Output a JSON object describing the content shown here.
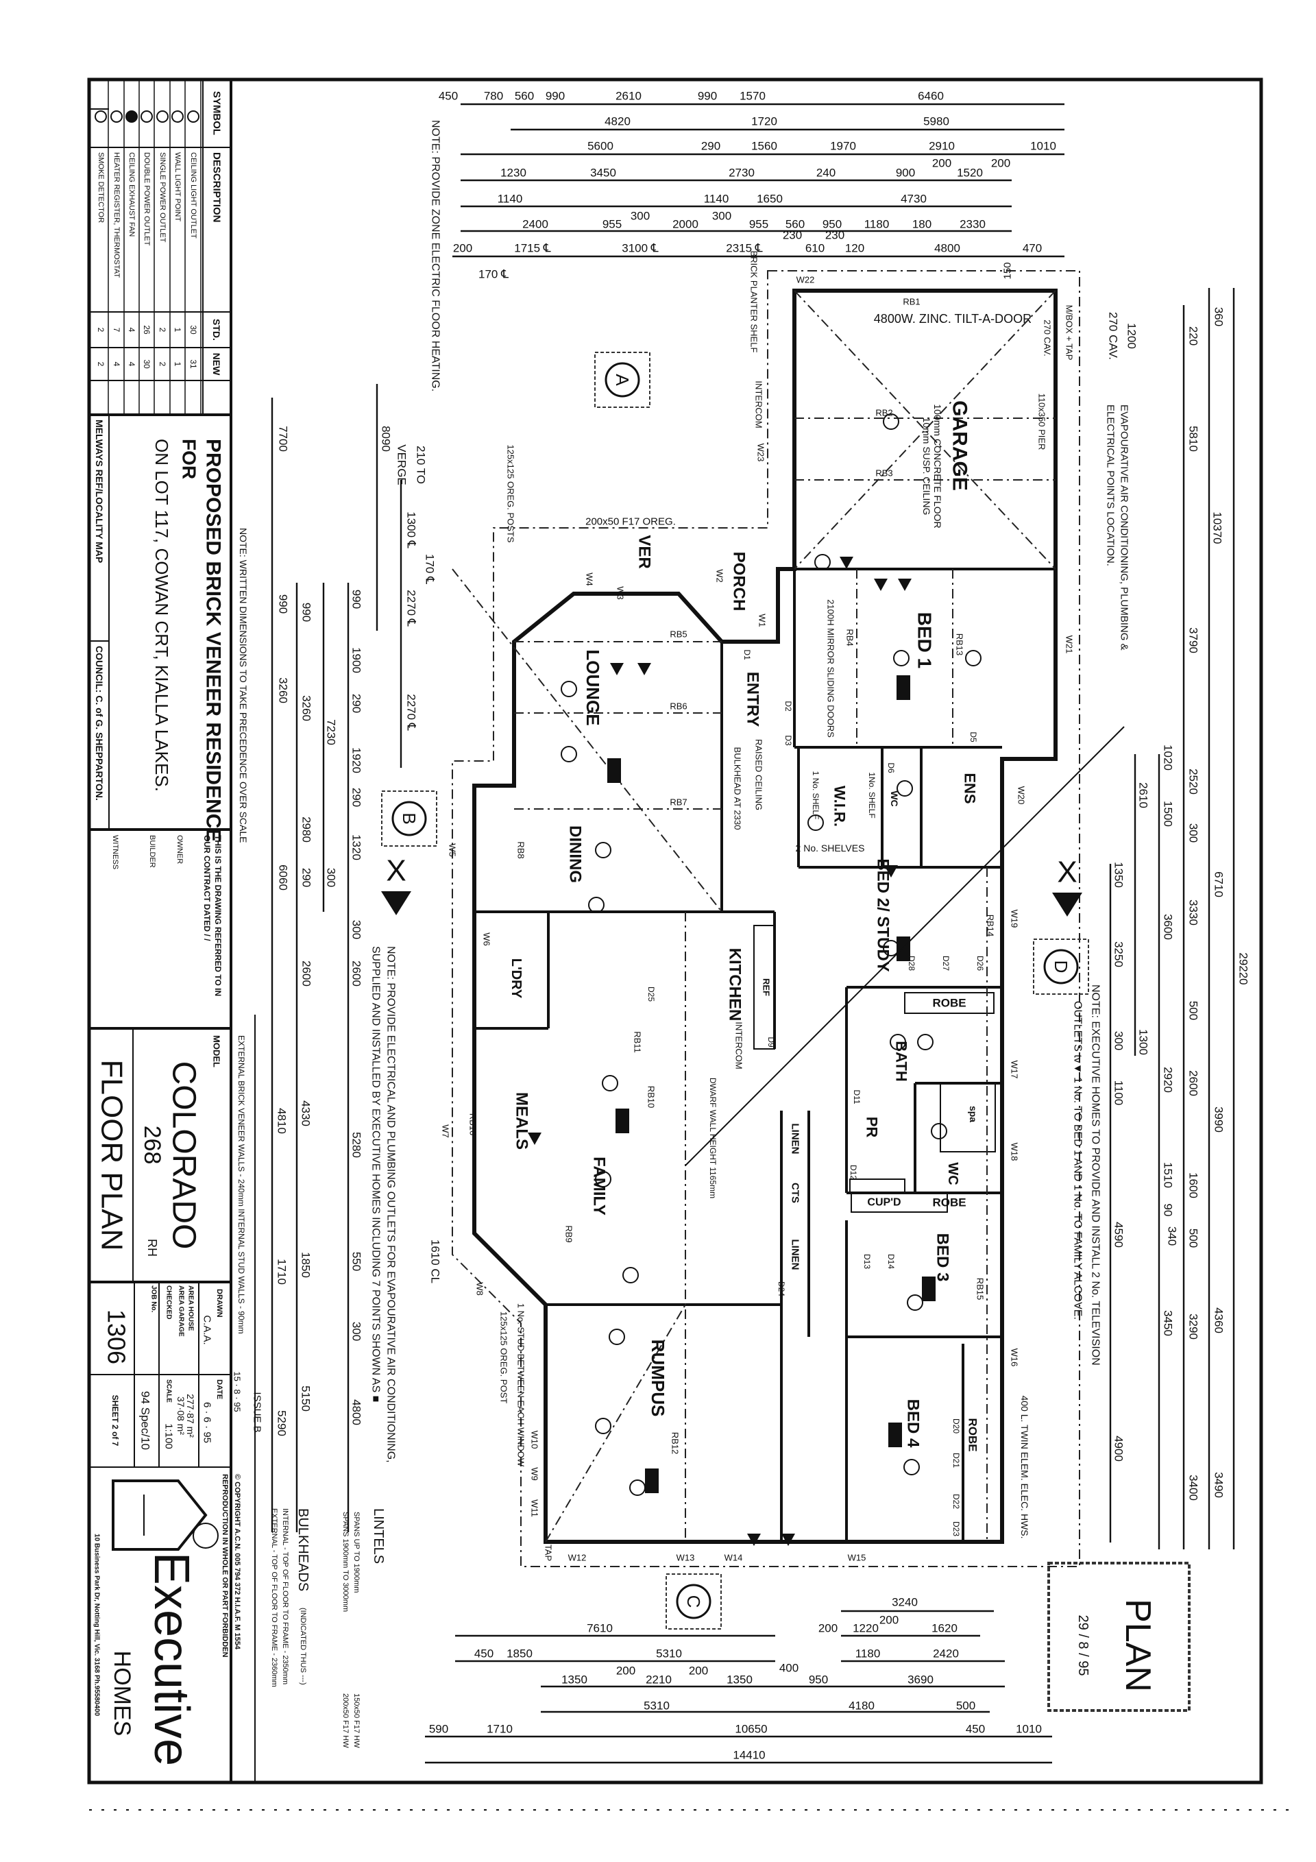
{
  "legend": {
    "headers": {
      "symbol": "SYMBOL",
      "description": "DESCRIPTION",
      "std": "STD.",
      "new": "NEW"
    },
    "rows": [
      {
        "icon": "ceiling-light-icon",
        "description": "CEILING LIGHT OUTLET",
        "std": "30",
        "new": "31"
      },
      {
        "icon": "wall-light-icon",
        "description": "WALL LIGHT POINT",
        "std": "1",
        "new": "1"
      },
      {
        "icon": "single-power-outlet-icon",
        "description": "SINGLE POWER OUTLET",
        "std": "2",
        "new": "2"
      },
      {
        "icon": "double-power-outlet-icon",
        "description": "DOUBLE POWER OUTLET",
        "std": "26",
        "new": "30"
      },
      {
        "icon": "exhaust-fan-icon",
        "description": "CEILING EXHAUST FAN",
        "std": "4",
        "new": "4"
      },
      {
        "icon": "heater-register-icon",
        "description": "HEATER REGISTER, THERMOSTAT",
        "std": "7",
        "new": "4"
      },
      {
        "icon": "smoke-detector-icon",
        "description": "SMOKE DETECTOR",
        "std": "2",
        "new": "2"
      }
    ]
  },
  "project": {
    "title": "PROPOSED BRICK VENEER RESIDENCE",
    "for": "FOR",
    "on": "ON  LOT 117, COWAN CRT, KIALLA LAKES.",
    "melways": "MELWAYS REF/LOCALITY MAP",
    "council": "COUNCIL: C. of  G. SHEPPARTON."
  },
  "contract": {
    "line1": "THIS IS THE DRAWING REFERRED TO IN",
    "line2": "OUR CONTRACT DATED    /    /",
    "owner": "OWNER",
    "builder": "BUILDER",
    "witness": "WITNESS"
  },
  "model": {
    "label": "MODEL",
    "name": "COLORADO",
    "number": "268",
    "hand": "RH",
    "drawing": "FLOOR PLAN"
  },
  "drawing_info": {
    "drawn_label": "DRAWN",
    "drawn": "C.A.A.",
    "date_label": "DATE",
    "date": "6 · 6 · 95",
    "area_house_label": "AREA HOUSE",
    "area_house": "277·87 m²",
    "area_garage_label": "AREA GARAGE",
    "area_garage": "37·08 m²",
    "checked_label": "CHECKED",
    "scale_label": "SCALE",
    "scale": "1:100",
    "spec": "94 Spec/10",
    "job_label": "JOB No.",
    "job": "1306",
    "sheet": "SHEET  2  of  7"
  },
  "company": {
    "name": "Executive",
    "sub": "HOMES",
    "address": "10 Business Park Dr, Notting Hill, Vic. 3168 Ph.95580400"
  },
  "notes": {
    "written_dims": "NOTE:  WRITTEN DIMENSIONS TO TAKE PRECEDENCE OVER SCALE",
    "walls": "EXTERNAL BRICK VENEER WALLS - 240mm    INTERNAL STUD WALLS - 90mm",
    "issue_date": "15 · 8 · 95",
    "issue": "ISSUE B",
    "copyright1": "© COPYRIGHT  A.C.N. 005 794 372  H.I.A.F. M 1554",
    "copyright2": "REPRODUCTION IN WHOLE OR PART FORBIDDEN",
    "floor_heating": "NOTE: PROVIDE ZONE ELECTRIC FLOOR HEATING.",
    "evap1": "NOTE: PROVIDE ELECTRICAL AND PLUMBING OUTLETS FOR EVAPOURATIVE AIR CONDITIONING,",
    "evap2": "SUPPLIED AND INSTALLED BY EXECUTIVE HOMES INCLUDING 7 POINTS SHOWN AS ■",
    "lintels": "LINTELS",
    "span1": "SPANS UP TO 1900mm",
    "span1_size": "150x50 F17 HW",
    "span2": "SPANS 1900mm TO 3000mm",
    "span2_size": "200x50 F17 HW",
    "bulkheads": "BULKHEADS",
    "bulkheads_sub": "(INDICATED THUS ---)",
    "internal": "INTERNAL - TOP OF FLOOR TO FRAME - 2350mm",
    "external": "EXTERNAL - TOP OF FLOOR TO FRAME - 2360mm",
    "tv1": "NOTE: EXECUTIVE HOMES TO PROVIDE AND INSTALL 2 No. TELEVISION",
    "tv2": "OUTLETS tv▼ 1 No. TO BED 1 AND 1 No. TO FAMILY ALCOVE.",
    "evap_loc1": "EVAPOURATIVE AIR CONDITIONING, PLUMBING &",
    "evap_loc2": "ELECTRICAL POINTS LOCATION."
  },
  "rooms": {
    "garage": "GARAGE",
    "bed1": "BED 1",
    "ens": "ENS",
    "wir": "W.I.R.",
    "porch": "PORCH",
    "entry": "ENTRY",
    "ver": "VER",
    "lounge": "LOUNGE",
    "dining": "DINING",
    "bed2": "BED 2/ STUDY",
    "kitchen": "KITCHEN",
    "ldry": "L'DRY",
    "meals": "MEALS",
    "family": "FAMILY",
    "rumpus": "RUMPUS",
    "bath": "BATH",
    "wc": "WC",
    "pr": "PR",
    "bed3": "BED 3",
    "bed4": "BED 4",
    "robe1": "ROBE",
    "robe2": "ROBE",
    "robe3": "ROBE",
    "linen1": "LINEN",
    "linen2": "LINEN",
    "cts": "CTS",
    "cupd": "CUP'D",
    "wc2": "WC",
    "spa": "spa",
    "ref": "REF"
  },
  "plan_labels": {
    "door": "4800W. ZINC. TILT-A-DOOR",
    "floor": "100mm CONCRETE FLOOR",
    "ceiling": "10mm SUSP. CEILING",
    "pier": "110x350 PIER",
    "mbox": "M/BOX + TAP",
    "cav": "270 CAV.",
    "planter": "BRICK PLANTER SHELF",
    "intercom": "INTERCOM",
    "intercom2": "INTERCOM",
    "posts": "125x125 OREG. POSTS",
    "posts2": "125x125 OREG. POST",
    "beam": "200x50 F17 OREG.",
    "mirror": "2100H MIRROR SLIDING DOORS",
    "shelves": "2 No. SHELVES",
    "shelf1": "1 No. SHELF",
    "shelf2": "1No. SHELF",
    "raised": "RAISED CEILING",
    "bulkhead": "BULKHEAD AT 2330",
    "dwarf": "DWARF WALL HEIGHT 1165mm",
    "stud": "1 No. STUD BETWEEN EACH WINDOW",
    "hws": "400 L. TWIN ELEM. ELEC. HWS.",
    "tap": "TAP",
    "rb": [
      "RB1",
      "RB2",
      "RB3",
      "RB4",
      "RB13",
      "RB5",
      "RB6",
      "RB7",
      "RB8",
      "RB10",
      "RB11",
      "RB12",
      "RB14",
      "RB15",
      "RB16",
      "RB9"
    ],
    "w": [
      "W22",
      "W23",
      "W1",
      "W2",
      "W3",
      "W4",
      "W5",
      "W6",
      "W7",
      "W8",
      "W9",
      "W10",
      "W11",
      "W12",
      "W13",
      "W14",
      "W15",
      "W16",
      "W17",
      "W18",
      "W19",
      "W20",
      "W21"
    ],
    "d": [
      "D1",
      "D2",
      "D3",
      "D5",
      "D6",
      "D9",
      "D11",
      "D12",
      "D13",
      "D14",
      "D20",
      "D21",
      "D22",
      "D23",
      "D24",
      "D25",
      "D26",
      "D27",
      "D28"
    ]
  },
  "markers": {
    "a": "A",
    "b": "B",
    "c": "C",
    "d": "D",
    "x1": "X",
    "x2": "X"
  },
  "dimensions": {
    "top": [
      "450",
      "780",
      "560",
      "990",
      "2610",
      "990",
      "1570",
      "6460",
      "4820",
      "1720",
      "5980",
      "5600",
      "290",
      "1560",
      "1970",
      "2910",
      "1010",
      "1230",
      "3450",
      "2730",
      "240",
      "900",
      "200",
      "1520",
      "200",
      "1140",
      "1140",
      "1650",
      "4730",
      "2400",
      "955",
      "300",
      "2000",
      "300",
      "955",
      "560",
      "950",
      "1180",
      "180",
      "2330",
      "200",
      "1715 ℄",
      "3100 ℄",
      "2315 ℄",
      "230",
      "610",
      "230",
      "120",
      "4800",
      "470",
      "170 ℄",
      "150"
    ],
    "right": [
      "1200",
      "270 CAV.",
      "360",
      "220",
      "5810",
      "10370",
      "3790",
      "1020",
      "2610",
      "2520",
      "1500",
      "300",
      "1350",
      "6710",
      "3600",
      "3330",
      "3250",
      "29220",
      "500",
      "300",
      "1300",
      "2920",
      "2600",
      "1100",
      "3990",
      "1510",
      "1600",
      "90",
      "340",
      "500",
      "4590",
      "3450",
      "3290",
      "4360",
      "4900",
      "3400",
      "3490"
    ],
    "left": [
      "7700",
      "8090",
      "210 TO",
      "VERGE",
      "1300 ℄",
      "170 ℄",
      "2270 ℄",
      "2270 ℄",
      "990",
      "990",
      "990",
      "3260",
      "3260",
      "1900",
      "290",
      "7230",
      "1920",
      "290",
      "2980",
      "1320",
      "290",
      "6060",
      "300",
      "300",
      "2600",
      "2600",
      "4810",
      "4330",
      "5280",
      "1710",
      "1850",
      "550",
      "300",
      "1610 CL",
      "5290",
      "5150",
      "4800"
    ],
    "bottom": [
      "3240",
      "7610",
      "200",
      "1220",
      "200",
      "1620",
      "450",
      "1850",
      "5310",
      "1180",
      "2420",
      "1350",
      "200",
      "2210",
      "200",
      "1350",
      "400",
      "950",
      "3690",
      "5310",
      "4180",
      "500",
      "590",
      "1710",
      "10650",
      "450",
      "1010",
      "14410"
    ]
  },
  "stamp": {
    "text": "PLAN",
    "date": "29 / 8 / 95"
  }
}
